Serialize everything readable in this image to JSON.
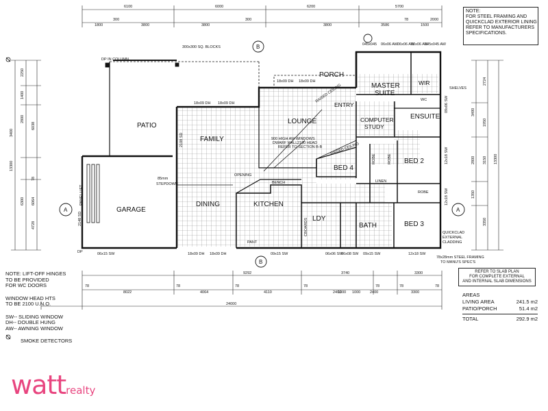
{
  "top_dims": {
    "row1": [
      "6100",
      "6000",
      "6200",
      "5700"
    ],
    "row2": [
      "1800",
      "300",
      "3800",
      "3800",
      "300",
      "3800",
      "3586",
      "78",
      "1500",
      "2000"
    ]
  },
  "left_dims": [
    "2250",
    "1400",
    "2800",
    "3400",
    "6038",
    "78",
    "6300",
    "4728",
    "6064",
    "13300"
  ],
  "right_dims": [
    "2724",
    "3490",
    "1950",
    "2800",
    "3150",
    "1350",
    "3350",
    "13300"
  ],
  "bottom_dims": {
    "row1": [
      "9292",
      "3740",
      "3300"
    ],
    "row2": [
      "8022",
      "4064",
      "4110",
      "2400",
      "2400",
      "3300"
    ],
    "total": "24000",
    "misc": [
      "78",
      "78",
      "78",
      "78",
      "78",
      "78",
      "78",
      "1300",
      "1000"
    ]
  },
  "rooms": {
    "garage": "GARAGE",
    "patio": "PATIO",
    "family": "FAMILY",
    "dining": "DINING",
    "kitchen": "KITCHEN",
    "lounge": "LOUNGE",
    "entry": "ENTRY",
    "porch": "PORCH",
    "master_suite_1": "MASTER",
    "master_suite_2": "SUITE",
    "wir": "WIR",
    "ensuite": "ENSUITE",
    "computer_1": "COMPUTER",
    "computer_2": "STUDY",
    "bed4": "BED 4",
    "bed2": "BED 2",
    "bed3": "BED 3",
    "bath": "BATH",
    "ldy": "LDY",
    "linen": "LINEN",
    "robe_a": "ROBE",
    "robe_b": "ROBE",
    "robe_c": "ROBE",
    "wc": "WC",
    "pant": "PANT",
    "bench": "BENCH",
    "opening": "OPENING",
    "stepdown": "STEPDOWN",
    "panel_lift": "PANEL LIFT",
    "cboards": "CBOARDS"
  },
  "annotations": {
    "blocks": "300x300 SQ. BLOCKS",
    "dp_column": "DP IN COLUMN",
    "shelves": "SHELVES",
    "raised_ceiling_1": "RAISED CEILING",
    "raised_ceiling_2": "RAISED CEILING",
    "window_note": "900 HIGH AW WINDOWS",
    "head_wall": "2100 HEAD",
    "refer_section": "REFER TO SECTION B-B",
    "dwarf_wall": "DWARF WALL",
    "quickclad_1": "QUICKCLAD",
    "quickclad_2": "EXTERNAL",
    "quickclad_3": "CLADDING",
    "steel_framing_1": "78x28mm STEEL FRAMING",
    "steel_framing_2": "TO MANU'S SPEC'S",
    "mm85": "85mm",
    "dp": "DP",
    "section_a": "A",
    "section_b": "B"
  },
  "windows": {
    "w1": "18x09 DH",
    "w2": "18x09 DH",
    "w3": "18x09 DH",
    "w4": "18x09 DH",
    "w5": "045x045",
    "w6": "06x06 AW",
    "w7": "06x06 AW",
    "w8": "06x06 AW",
    "w9": "045x045 AW",
    "w10": "06x15 SW",
    "w11": "18x09 DH",
    "w12": "18x09 DH",
    "w13": "09x15 SW",
    "w14": "06x06 SW",
    "w15": "06x08 SW",
    "w16": "09x15 SW",
    "w17": "12x18 SW",
    "w18": "12x18 SW",
    "w19": "12x18 SW",
    "w20": "09x06 SW",
    "w21": "2108 SD",
    "w22": "2148 SD"
  },
  "note_top_right": [
    "NOTE:",
    "FOR STEEL FRAMING AND",
    "QUICKCLAD EXTERIOR LINING",
    "REFER TO MANUFACTURERS",
    "SPECIFICATIONS."
  ],
  "slab_note": [
    "REFER TO SLAB PLAN",
    "FOR COMPLETE EXTERNAL",
    "AND INTERNAL SLAB DIMENSIONS"
  ],
  "areas": {
    "title": "AREAS",
    "living_label": "LIVING AREA",
    "living_value": "241.5 m2",
    "patio_label": "PATIO/PORCH",
    "patio_value": "51.4 m2",
    "total_label": "TOTAL",
    "total_value": "292.9 m2"
  },
  "left_notes": {
    "n1": "NOTE: LIFT-OFF HINGES",
    "n2": "TO BE PROVIDED",
    "n3": "FOR WC DOORS",
    "n4": "WINDOW HEAD HTS",
    "n5": "TO BE 2100 U.N.O.",
    "n6": "SW-- SLIDING WINDOW",
    "n7": "DH-- DOUBLE HUNG",
    "n8": "AW-- AWNING WINDOW",
    "n9": "SMOKE DETECTORS"
  },
  "logo": {
    "main": "watt",
    "sub": "realty"
  },
  "colors": {
    "brand": "#e8457f",
    "line": "#111111",
    "tile": "#9a9a9a"
  }
}
